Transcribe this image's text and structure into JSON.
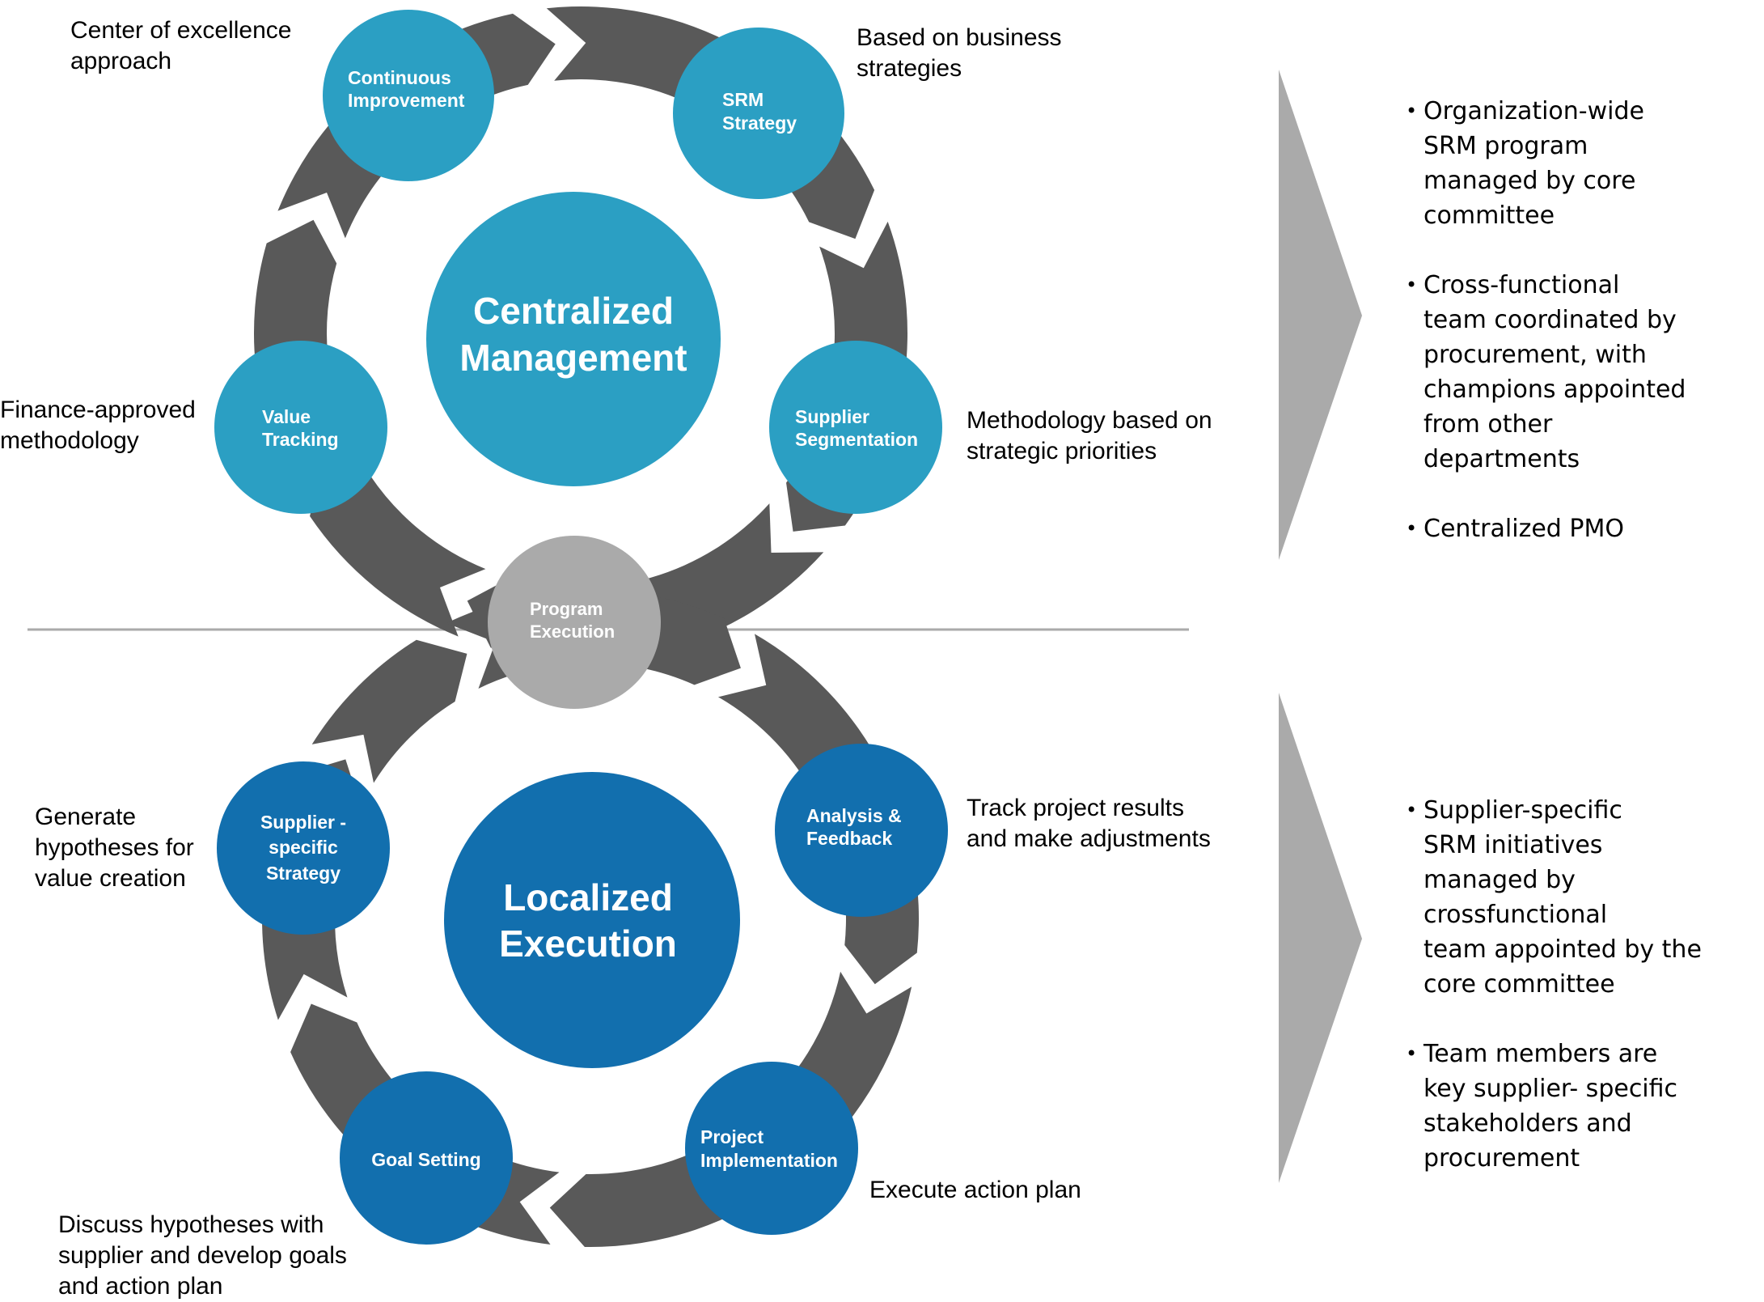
{
  "colors": {
    "ring": "#595959",
    "teal": "#2b9fc3",
    "blue": "#126fae",
    "hub": "#aaaaaa",
    "chevron": "#aaaaaa",
    "divider": "#aaaaaa",
    "label_text": "#ffffff"
  },
  "top_cycle": {
    "center_title": [
      "Centralized",
      "Management"
    ],
    "nodes": [
      {
        "id": "continuous-improvement",
        "lines": [
          "Continuous",
          "Improvement"
        ],
        "note": "Center of excellence\napproach"
      },
      {
        "id": "srm-strategy",
        "lines": [
          "SRM",
          "Strategy"
        ],
        "note": "Based on business\nstrategies"
      },
      {
        "id": "supplier-segmentation",
        "lines": [
          "Supplier",
          "Segmentation"
        ],
        "note": "Methodology based on\nstrategic priorities"
      },
      {
        "id": "value-tracking",
        "lines": [
          "Value",
          "Tracking"
        ],
        "note": "Finance-approved\nmethodology"
      }
    ]
  },
  "hub": {
    "lines": [
      "Program",
      "Execution"
    ]
  },
  "bottom_cycle": {
    "center_title": [
      "Localized",
      "Execution"
    ],
    "nodes": [
      {
        "id": "supplier-specific-strategy",
        "lines": [
          "Supplier -",
          "specific",
          "Strategy"
        ],
        "note": "Generate\nhypotheses for\nvalue creation"
      },
      {
        "id": "analysis-feedback",
        "lines": [
          "Analysis &",
          "Feedback"
        ],
        "note": "Track project results\nand make adjustments"
      },
      {
        "id": "project-implementation",
        "lines": [
          "Project",
          "Implementation"
        ],
        "note": "Execute action plan"
      },
      {
        "id": "goal-setting",
        "lines": [
          "Goal Setting"
        ],
        "note": "Discuss hypotheses with\nsupplier and develop goals\nand action plan"
      }
    ]
  },
  "right_panel": {
    "top_bullets": [
      "Organization-wide\nSRM program\nmanaged by core\ncommittee",
      "Cross-functional\nteam coordinated by\nprocurement, with\nchampions appointed\nfrom other\ndepartments",
      "Centralized PMO"
    ],
    "bottom_bullets": [
      "Supplier-specific\nSRM initiatives\nmanaged by crossfunctional\nteam appointed by the\ncore committee",
      "Team members are\nkey supplier- specific\nstakeholders and\nprocurement"
    ]
  }
}
